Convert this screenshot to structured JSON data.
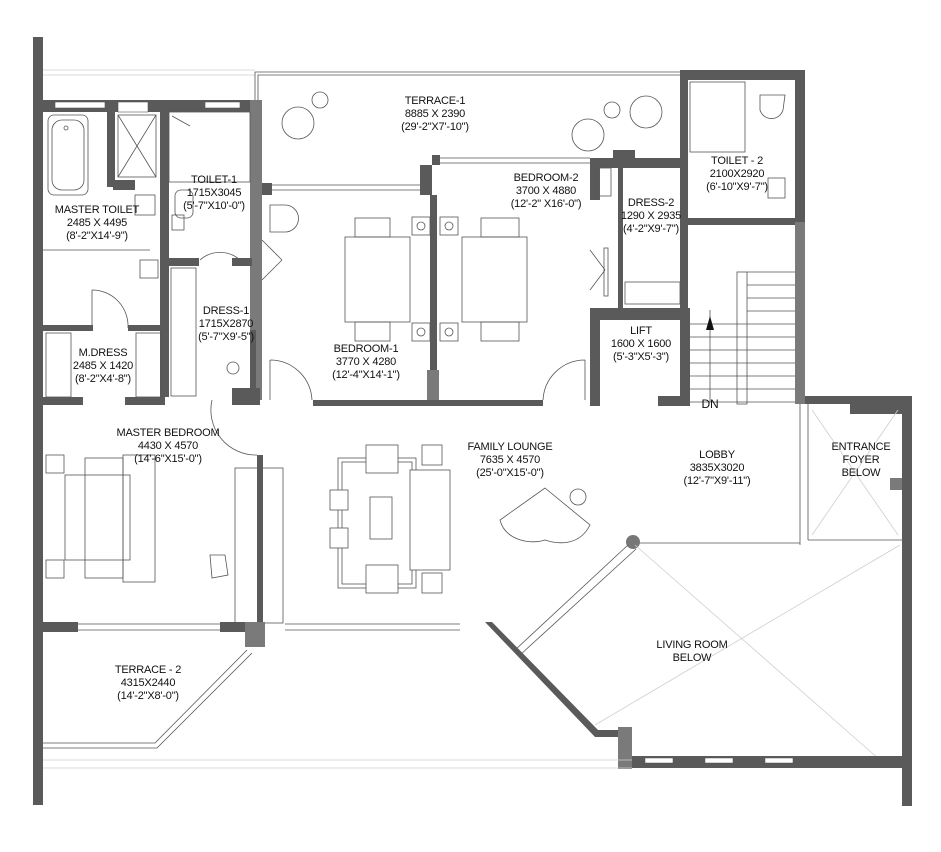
{
  "floor_plan": {
    "stair_label": "DN",
    "rooms": {
      "master_toilet": {
        "name": "MASTER TOILET",
        "mm": "2485 X 4495",
        "ft": "(8'-2\"X14'-9\")"
      },
      "toilet_1": {
        "name": "TOILET-1",
        "mm": "1715X3045",
        "ft": "(5'-7\"X10'-0\")"
      },
      "terrace_1": {
        "name": "TERRACE-1",
        "mm": "8885 X 2390",
        "ft": "(29'-2\"X7'-10\")"
      },
      "bedroom_2": {
        "name": "BEDROOM-2",
        "mm": "3700 X 4880",
        "ft": "(12'-2\" X16'-0\")"
      },
      "toilet_2": {
        "name": "TOILET - 2",
        "mm": "2100X2920",
        "ft": "(6'-10\"X9'-7\")"
      },
      "dress_2": {
        "name": "DRESS-2",
        "mm": "1290 X 2935",
        "ft": "(4'-2\"X9'-7\")"
      },
      "dress_1": {
        "name": "DRESS-1",
        "mm": "1715X2870",
        "ft": "(5'-7\"X9'-5\")"
      },
      "m_dress": {
        "name": "M.DRESS",
        "mm": "2485 X 1420",
        "ft": "(8'-2\"X4'-8\")"
      },
      "bedroom_1": {
        "name": "BEDROOM-1",
        "mm": "3770 X 4280",
        "ft": "(12'-4\"X14'-1\")"
      },
      "lift": {
        "name": "LIFT",
        "mm": "1600 X 1600",
        "ft": "(5'-3\"X5'-3\")"
      },
      "master_bedroom": {
        "name": "MASTER BEDROOM",
        "mm": "4430 X 4570",
        "ft": "(14'-6\"X15'-0\")"
      },
      "family_lounge": {
        "name": "FAMILY LOUNGE",
        "mm": "7635 X 4570",
        "ft": "(25'-0\"X15'-0\")"
      },
      "lobby": {
        "name": "LOBBY",
        "mm": "3835X3020",
        "ft": "(12'-7\"X9'-11\")"
      },
      "entrance_foyer": {
        "line1": "ENTRANCE",
        "line2": "FOYER",
        "line3": "BELOW"
      },
      "terrace_2": {
        "name": "TERRACE - 2",
        "mm": "4315X2440",
        "ft": "(14'-2\"X8'-0\")"
      },
      "living_room": {
        "line1": "LIVING ROOM",
        "line2": "BELOW"
      }
    },
    "colors": {
      "wall": "#5a5a5a",
      "wall_light": "#7a7a7a",
      "line": "#555555",
      "background": "#ffffff"
    }
  }
}
